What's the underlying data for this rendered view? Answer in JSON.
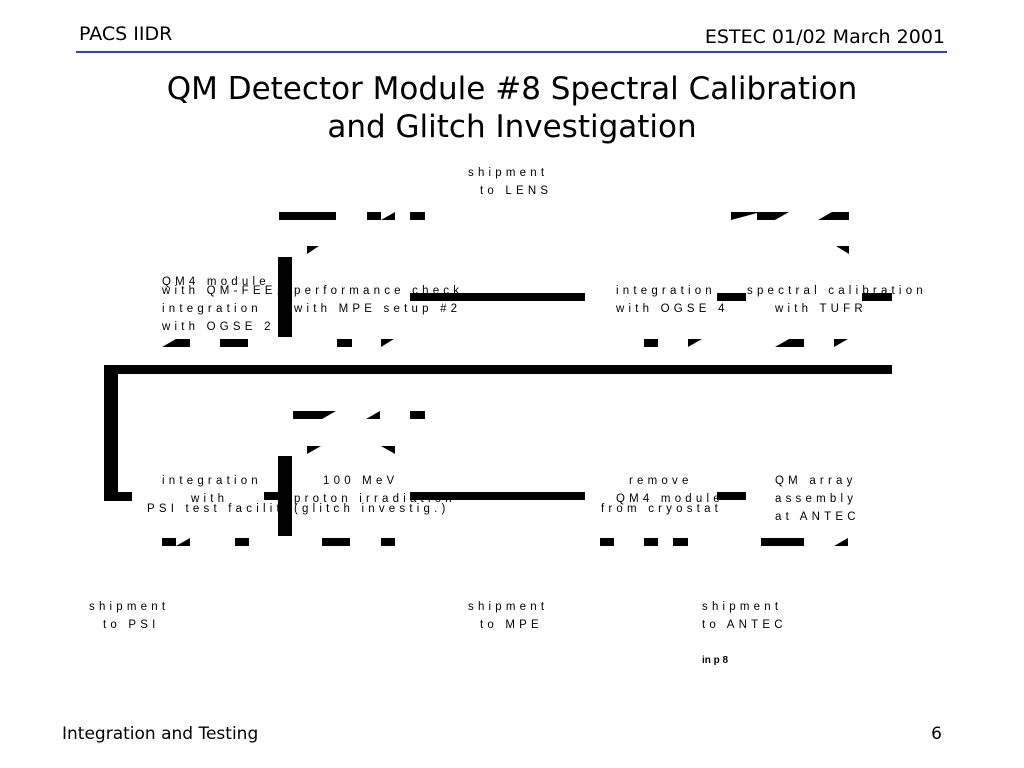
{
  "header": {
    "left": "PACS IIDR",
    "right": "ESTEC 01/02 March 2001"
  },
  "title": {
    "line1": "QM Detector Module #8 Spectral Calibration",
    "line2": "and Glitch Investigation"
  },
  "diagram": {
    "top_shipment": [
      "shipment",
      "to LENS"
    ],
    "row1": {
      "box1": [
        "QM4 module",
        "with QM-FEE,",
        "integration",
        "with OGSE 2"
      ],
      "box2": [
        "performance check",
        "with MPE setup #2"
      ],
      "box3": [
        "integration",
        "with OGSE 4"
      ],
      "box4": [
        "spectral calibration",
        "with TUFR"
      ]
    },
    "row2": {
      "box1": [
        "integration",
        "with",
        "PSI test facility"
      ],
      "box2": [
        "100 MeV",
        "proton irradiation",
        "(glitch investig.)"
      ],
      "box3": [
        "remove",
        "QM4 module",
        "from cryostat"
      ],
      "box4": [
        "QM array",
        "assembly",
        "at ANTEC"
      ]
    },
    "bottom_shipments": {
      "psi": [
        "shipment",
        "to PSI"
      ],
      "mpe": [
        "shipment",
        "to MPE"
      ],
      "antec": [
        "shipment",
        "to ANTEC",
        "in p 8"
      ]
    }
  },
  "footer": {
    "left": "Integration and Testing",
    "right": "6"
  }
}
